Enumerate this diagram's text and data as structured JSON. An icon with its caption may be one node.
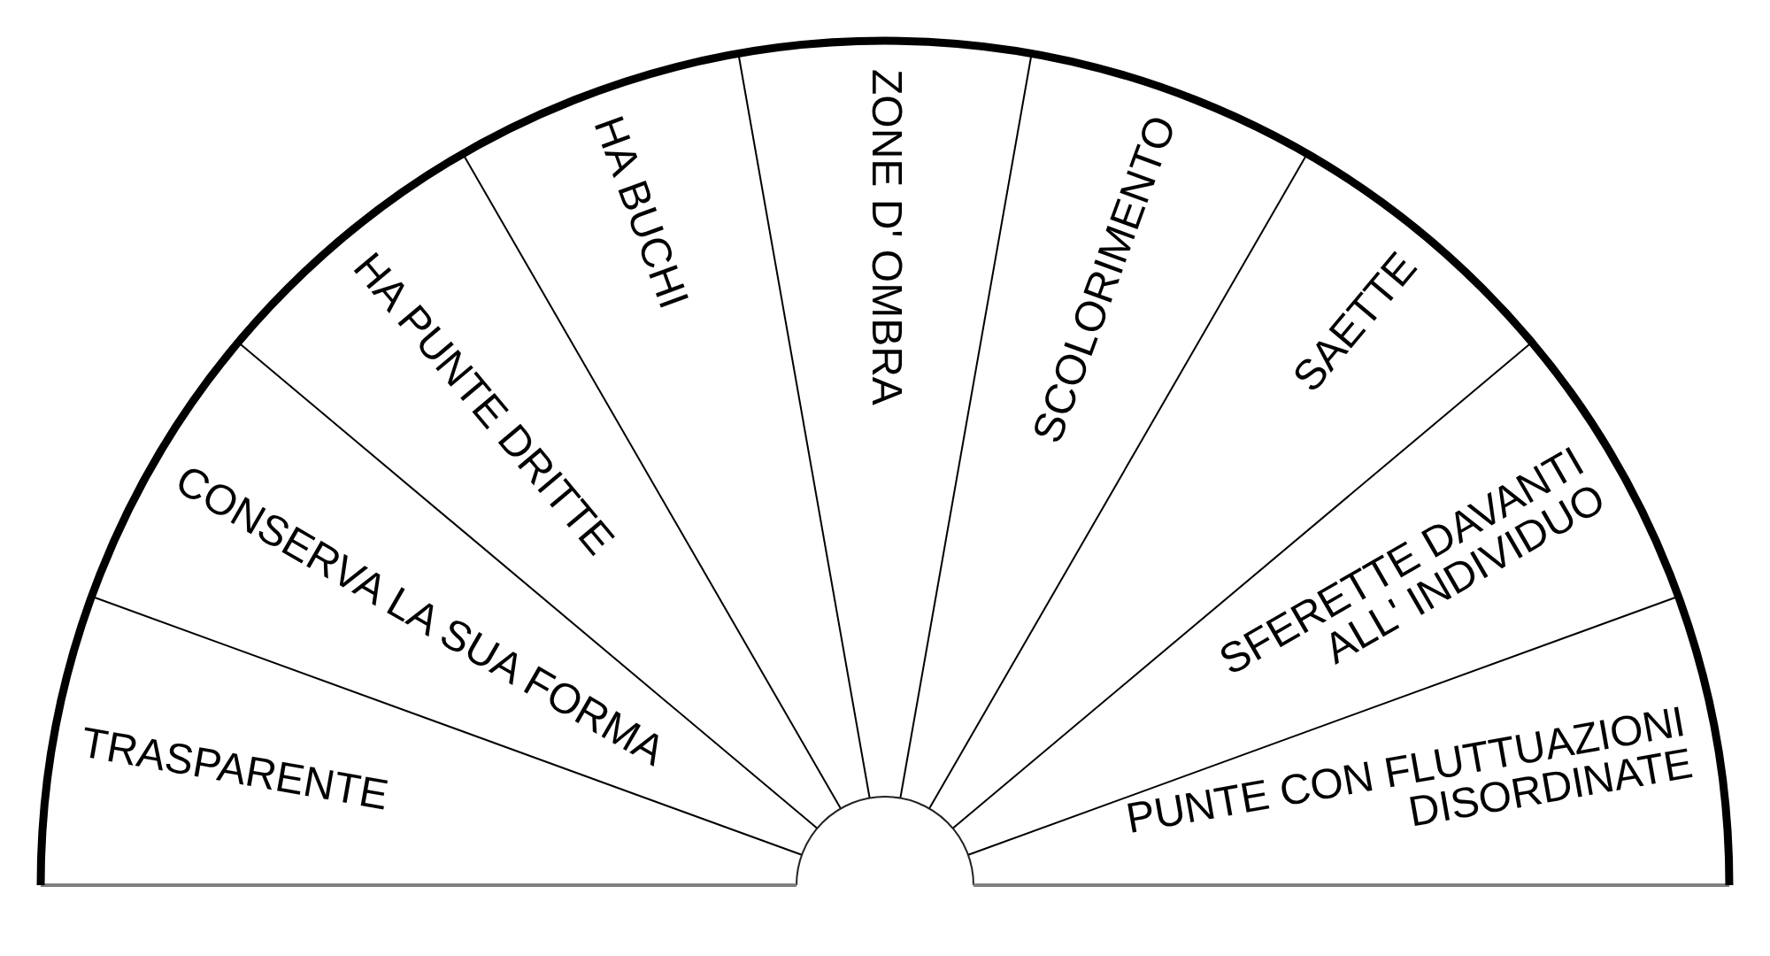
{
  "diagram": {
    "nodes": [
      {
        "text": [
          "TRASPARENTE"
        ]
      },
      {
        "text": [
          "CONSERVA LA SUA FORMA"
        ]
      },
      {
        "text": [
          "HA PUNTE DRITTE"
        ]
      },
      {
        "text": [
          "HA BUCHI"
        ]
      },
      {
        "text": [
          "ZONE D' OMBRA"
        ]
      },
      {
        "text": [
          "SCOLORIMENTO"
        ]
      },
      {
        "text": [
          "SAETTE"
        ]
      },
      {
        "text": [
          "SFERETTE DAVANTI ALL' INDIVIDUO"
        ]
      },
      {
        "text": [
          "PUNTE CON FLUTTUAZIONI DISORDINATE"
        ]
      }
    ]
  }
}
